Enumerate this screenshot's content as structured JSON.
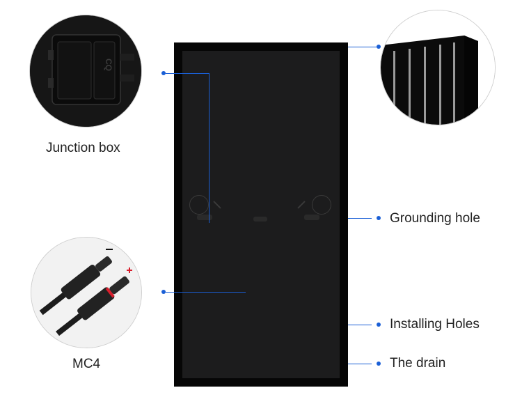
{
  "labels": {
    "junction_box": "Junction box",
    "mc4": "MC4",
    "grounding_hole": "Grounding hole",
    "installing_holes": "Installing Holes",
    "drain": "The drain"
  },
  "junction_box_marking": "CQ",
  "colors": {
    "accent_blue": "#1a5fd6",
    "panel_frame": "#060606",
    "panel_backsheet": "#1c1c1d",
    "mc4_positive": "#d81e2c"
  }
}
